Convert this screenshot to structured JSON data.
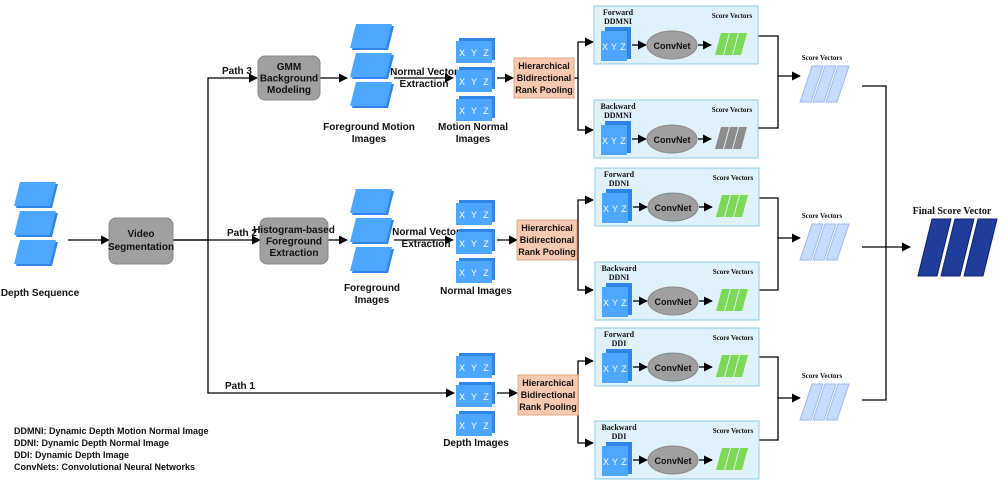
{
  "colors": {
    "tile_blue": "#4da6ff",
    "tile_blue_dark": "#2f86e8",
    "process_gray": "#a0a0a0",
    "pooling_salmon": "#f6c9b0",
    "panel_bg": "#dff2fb",
    "panel_border": "#8fcbe6",
    "score_green": "#7ed957",
    "score_gray": "#8c8c8c",
    "score_light": "#c5dcff",
    "final_navy": "#1f3d99"
  },
  "input": {
    "label": "Depth Sequence"
  },
  "segmentation": {
    "line1": "Video",
    "line2": "Segmentation"
  },
  "paths": {
    "p3": {
      "label": "Path 3",
      "process": [
        "GMM",
        "Background",
        "Modeling"
      ],
      "images_label": [
        "Foreground Motion",
        "Images"
      ],
      "nve_label": [
        "Normal Vector",
        "Extraction"
      ],
      "normals_label": [
        "Motion Normal",
        "Images"
      ],
      "pooling": [
        "Hierarchical",
        "Bidirectional",
        "Rank Pooling"
      ],
      "forward": {
        "line1": "Forward",
        "line2": "DDMNI"
      },
      "backward": {
        "line1": "Backward",
        "line2": "DDMNI"
      },
      "score_label": "Score Vectors"
    },
    "p2": {
      "label": "Path 2",
      "process": [
        "Histogram-based",
        "Foreground",
        "Extraction"
      ],
      "images_label": [
        "Foreground",
        "Images"
      ],
      "nve_label": [
        "Normal Vector",
        "Extraction"
      ],
      "normals_label": [
        "Normal Images"
      ],
      "pooling": [
        "Hierarchical",
        "Bidirectional",
        "Rank Pooling"
      ],
      "forward": {
        "line1": "Forward",
        "line2": "DDNI"
      },
      "backward": {
        "line1": "Backward",
        "line2": "DDNI"
      },
      "score_label": "Score Vectors"
    },
    "p1": {
      "label": "Path 1",
      "normals_label": [
        "Depth Images"
      ],
      "pooling": [
        "Hierarchical",
        "Bidirectional",
        "Rank Pooling"
      ],
      "forward": {
        "line1": "Forward",
        "line2": "DDI"
      },
      "backward": {
        "line1": "Backward",
        "line2": "DDI"
      },
      "score_label": "Score Vectors"
    }
  },
  "xyz": [
    "X",
    "Y",
    "Z"
  ],
  "convnet": "ConvNet",
  "panel_score_label": "Score Vectors",
  "final": {
    "label": "Final Score Vector"
  },
  "legend": [
    "DDMNI: Dynamic Depth Motion Normal Image",
    "DDNI: Dynamic Depth Normal Image",
    "DDI: Dynamic Depth Image",
    "ConvNets: Convolutional Neural Networks"
  ]
}
